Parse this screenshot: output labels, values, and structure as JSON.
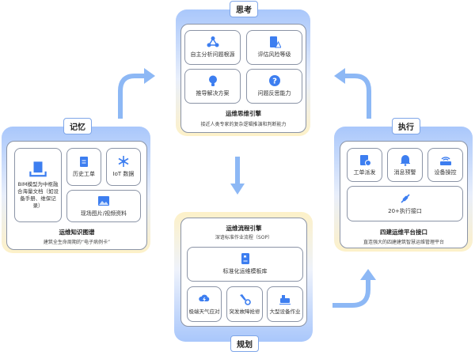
{
  "think": {
    "label": "思考",
    "items": [
      "自主分析问题根源",
      "评估风险等级",
      "推导解决方案",
      "问题反思能力"
    ],
    "title": "运维思维引擎",
    "subtitle": "接近人类专家的复杂逻辑推演和判断能力"
  },
  "memory": {
    "label": "记忆",
    "bim": "BIM模型为中枢融合海量文档（如设备手册、维保记录）",
    "history": "历史工单",
    "iot": "IoT 数据",
    "photos": "现场图片/视频资料",
    "title": "运维知识图谱",
    "subtitle": "建筑全生命周期的“电子病例卡”"
  },
  "execute": {
    "label": "执行",
    "items": [
      "工单派发",
      "消息预警",
      "设备操控"
    ],
    "api": "20+执行接口",
    "title": "四建运维平台接口",
    "subtitle": "直连强大的四建建筑智慧运维管理平台"
  },
  "plan": {
    "label": "规划",
    "title": "运维流程引擎",
    "subtitle": "深谙标准作业流程（SOP）",
    "library": "标准化运维模板库",
    "items": [
      "极端天气应对",
      "突发故障抢修",
      "大型设备作业"
    ]
  },
  "colors": {
    "accent": "#3d7ef0",
    "arrow": "#7fb0f3"
  }
}
